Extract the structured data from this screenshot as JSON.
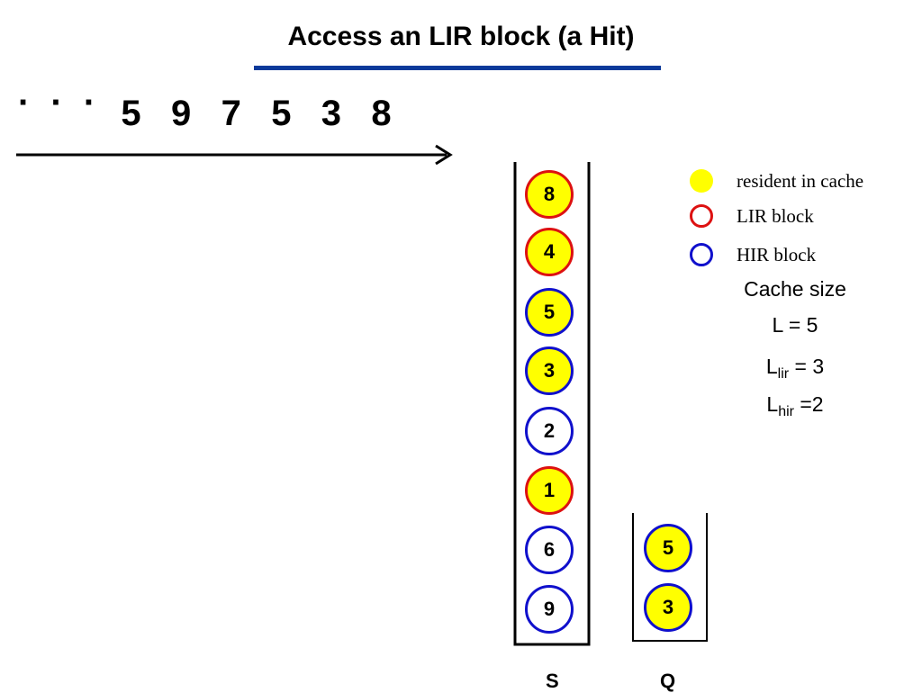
{
  "title": "Access an LIR block (a Hit)",
  "sequence": {
    "ellipsis": "· · ·",
    "items": [
      "5",
      "9",
      "7",
      "5",
      "3",
      "8"
    ]
  },
  "stack_s": {
    "label": "S",
    "blocks": [
      {
        "value": "8",
        "type": "LIR",
        "resident": true
      },
      {
        "value": "4",
        "type": "LIR",
        "resident": true
      },
      {
        "value": "5",
        "type": "HIR",
        "resident": true
      },
      {
        "value": "3",
        "type": "HIR",
        "resident": true
      },
      {
        "value": "2",
        "type": "HIR",
        "resident": false
      },
      {
        "value": "1",
        "type": "LIR",
        "resident": true
      },
      {
        "value": "6",
        "type": "HIR",
        "resident": false
      },
      {
        "value": "9",
        "type": "HIR",
        "resident": false
      }
    ]
  },
  "stack_q": {
    "label": "Q",
    "blocks": [
      {
        "value": "5",
        "type": "HIR",
        "resident": true
      },
      {
        "value": "3",
        "type": "HIR",
        "resident": true
      }
    ]
  },
  "legend": {
    "resident": "resident in cache",
    "lir": "LIR block",
    "hir": "HIR block"
  },
  "cache_info": {
    "heading": "Cache size",
    "l": "L = 5",
    "l_lir_base": "L",
    "l_lir_sub": "lir",
    "l_lir_value": " = 3",
    "l_hir_base": "L",
    "l_hir_sub": "hir",
    "l_hir_value": " =2"
  },
  "colors": {
    "resident_fill": "#ffff00",
    "lir_border": "#dd1111",
    "hir_border": "#1010cc",
    "title_rule": "#0a3a9a"
  }
}
